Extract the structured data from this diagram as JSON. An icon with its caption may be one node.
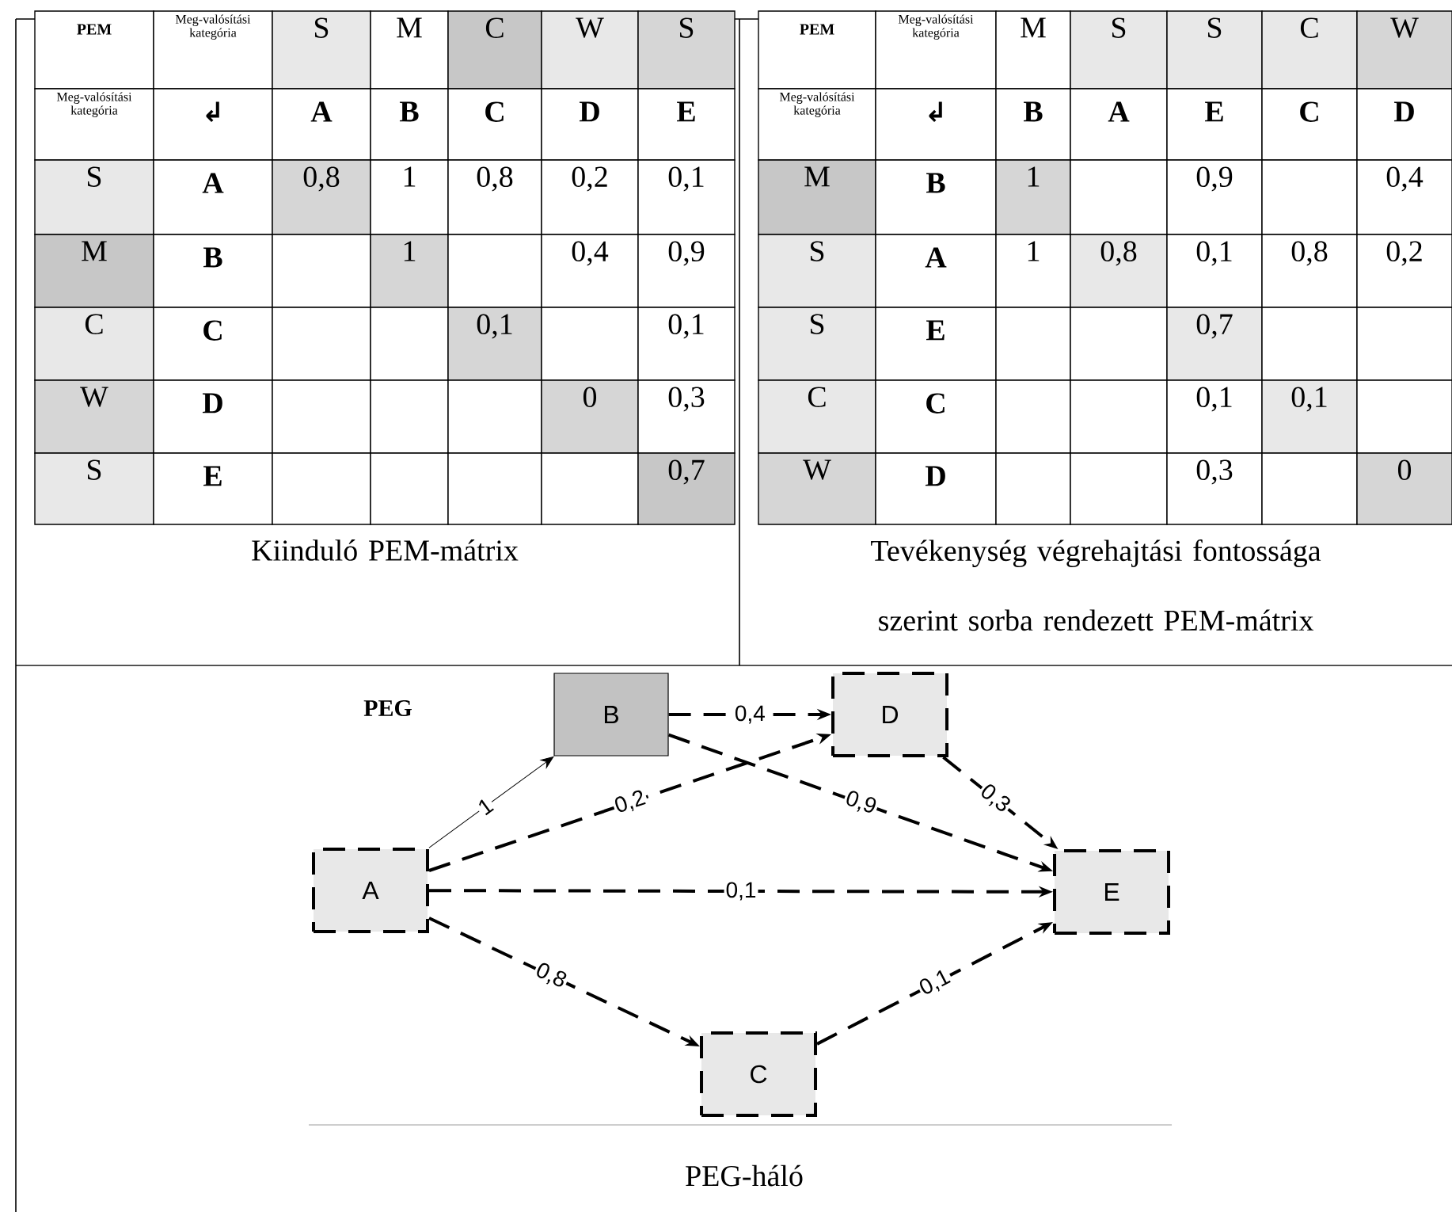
{
  "diagram": {
    "nodes": [
      {
        "text": [
          "B"
        ]
      },
      {
        "text": [
          "D"
        ]
      },
      {
        "text": [
          "A"
        ]
      },
      {
        "text": [
          "E"
        ]
      },
      {
        "text": [
          "C"
        ]
      }
    ],
    "edges": [
      {
        "from": 2,
        "to": 0,
        "arrow": "to",
        "label": "1"
      },
      {
        "from": 2,
        "to": 1,
        "arrow": "to",
        "label": "0,2",
        "style": "dashed"
      },
      {
        "from": 0,
        "to": 1,
        "arrow": "to",
        "label": "0,4",
        "style": "dashed"
      },
      {
        "from": 0,
        "to": 3,
        "arrow": "to",
        "label": "0,9",
        "style": "dashed"
      },
      {
        "from": 2,
        "to": 3,
        "arrow": "to",
        "label": "0,1",
        "style": "dashed"
      },
      {
        "from": 1,
        "to": 3,
        "arrow": "to",
        "label": "0,3",
        "style": "dashed"
      },
      {
        "from": 2,
        "to": 4,
        "arrow": "to",
        "label": "0,8",
        "style": "dashed"
      },
      {
        "from": 4,
        "to": 3,
        "arrow": "to",
        "label": "0,1",
        "style": "dashed"
      }
    ],
    "labels": [
      "PEM",
      "Meg-valósítási kategória",
      "S",
      "M",
      "C",
      "W",
      "S",
      "Meg-valósítási kategória",
      "↲",
      "A",
      "B",
      "C",
      "D",
      "E",
      "S",
      "A",
      "0,8",
      "1",
      "0,8",
      "0,2",
      "0,1",
      "M",
      "B",
      "1",
      "0,4",
      "0,9",
      "C",
      "C",
      "0,1",
      "0,1",
      "W",
      "D",
      "0",
      "0,3",
      "S",
      "E",
      "0,7",
      "Kiinduló PEM-mátrix",
      "PEM",
      "Meg-valósítási kategória",
      "M",
      "S",
      "S",
      "C",
      "W",
      "Meg-valósítási kategória",
      "↲",
      "B",
      "A",
      "E",
      "C",
      "D",
      "M",
      "B",
      "1",
      "0,9",
      "0,4",
      "S",
      "A",
      "1",
      "0,8",
      "0,1",
      "0,8",
      "0,2",
      "S",
      "E",
      "0,7",
      "C",
      "C",
      "0,1",
      "0,1",
      "W",
      "D",
      "0,3",
      "0",
      "Tevékenység végrehajtási fontossága szerint sorba rendezett PEM-mátrix",
      "PEG",
      "PEG-háló"
    ]
  }
}
